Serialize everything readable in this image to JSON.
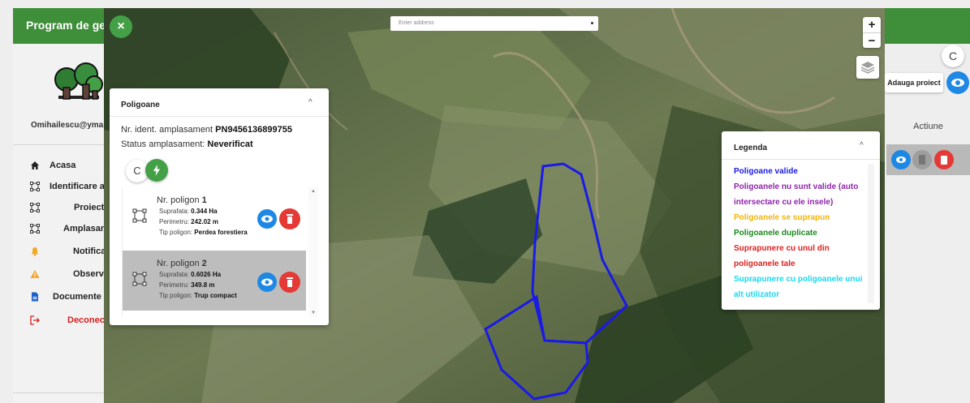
{
  "app": {
    "title": "Program de gest"
  },
  "sidebar": {
    "email": "Omihailescu@ymail.",
    "items": [
      {
        "icon": "home-icon",
        "label": "Acasa"
      },
      {
        "icon": "polygon-icon",
        "label": "Identificare ar"
      },
      {
        "icon": "polygon-icon",
        "label": "Proiecte"
      },
      {
        "icon": "polygon-icon",
        "label": "Amplasame"
      },
      {
        "icon": "bell-icon",
        "label": "Notificar"
      },
      {
        "icon": "warning-icon",
        "label": "Observat"
      },
      {
        "icon": "document-icon",
        "label": "Documente c"
      },
      {
        "icon": "logout-icon",
        "label": "Deconecte"
      }
    ]
  },
  "right": {
    "refresh_icon": "C",
    "add_project": "Adauga proiect",
    "column_header": "Actiune"
  },
  "map": {
    "close_icon": "×",
    "address_placeholder": "Enter address",
    "zoom_in": "+",
    "zoom_out": "−"
  },
  "panel": {
    "title": "Poligoane",
    "chevron": "^",
    "id_label": "Nr. ident. amplasament ",
    "id_value": "PN9456136899755",
    "status_label": "Status amplasament: ",
    "status_value": "Neverificat",
    "refresh_icon": "C",
    "polygons": [
      {
        "name_label": "Nr. poligon ",
        "name_value": "1",
        "area_label": "Suprafata: ",
        "area_value": "0.344 Ha",
        "perim_label": "Perimetru: ",
        "perim_value": "242.02 m",
        "type_label": "Tip poligon: ",
        "type_value": "Perdea forestiera"
      },
      {
        "name_label": "Nr. poligon ",
        "name_value": "2",
        "area_label": "Suprafata: ",
        "area_value": "0.6026 Ha",
        "perim_label": "Perimetru: ",
        "perim_value": "349.8 m",
        "type_label": "Tip poligon: ",
        "type_value": "Trup compact"
      }
    ]
  },
  "legend": {
    "title": "Legenda",
    "chevron": "^",
    "items": [
      {
        "text": "Poligoane valide",
        "color": "#1a1ae6"
      },
      {
        "text": "Poligoanele nu sunt valide (auto intersectare cu ele insele)",
        "color": "#8e24aa"
      },
      {
        "text": "Poligoanele se suprapun",
        "color": "#f5b400"
      },
      {
        "text": "Poligoanele duplicate",
        "color": "#1b8a1b"
      },
      {
        "text": "Suprapunere cu unul din poligoanele tale",
        "color": "#e02020"
      },
      {
        "text": "Suprapunere cu poligoanele unui alt utilizator",
        "color": "#18d8ee"
      }
    ]
  },
  "colors": {
    "topbar": "#3f8f3a",
    "accent_blue": "#1e88e5",
    "danger_red": "#e53935",
    "polygon_outline": "#1a1ae6"
  }
}
